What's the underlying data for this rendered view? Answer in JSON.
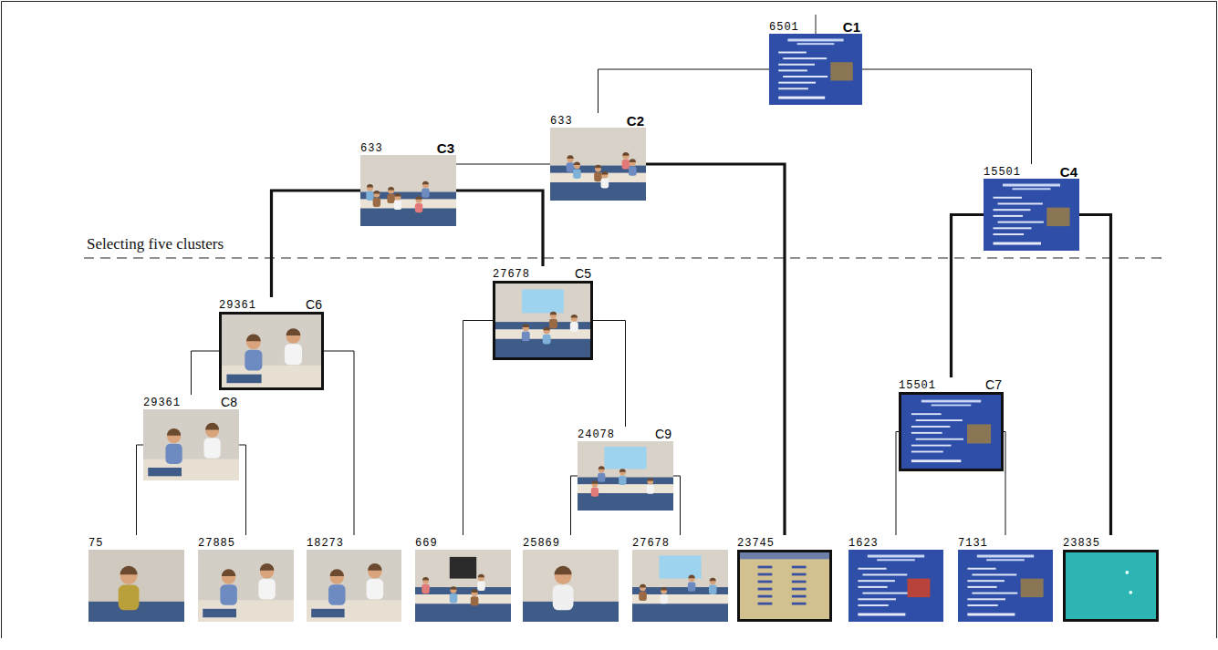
{
  "diagram": {
    "nodes": [
      {
        "text": [
          "6501",
          "C1"
        ]
      },
      {
        "text": [
          "633",
          "C2"
        ]
      },
      {
        "text": [
          "633",
          "C3"
        ]
      },
      {
        "text": [
          "15501",
          "C4"
        ]
      },
      {
        "text": [
          "27678",
          "C5"
        ]
      },
      {
        "text": [
          "29361",
          "C6"
        ]
      },
      {
        "text": [
          "15501",
          "C7"
        ]
      },
      {
        "text": [
          "29361",
          "C8"
        ]
      },
      {
        "text": [
          "24078",
          "C9"
        ]
      },
      {
        "text": [
          "75"
        ]
      },
      {
        "text": [
          "27885"
        ]
      },
      {
        "text": [
          "18273"
        ]
      },
      {
        "text": [
          "669"
        ]
      },
      {
        "text": [
          "25869"
        ]
      },
      {
        "text": [
          "27678"
        ]
      },
      {
        "text": [
          "23745"
        ]
      },
      {
        "text": [
          "1623"
        ]
      },
      {
        "text": [
          "7131"
        ]
      },
      {
        "text": [
          "23835"
        ]
      }
    ],
    "edges": [
      {
        "from": 0,
        "to": 1,
        "arrow": "none"
      },
      {
        "from": 0,
        "to": 3,
        "arrow": "none"
      },
      {
        "from": 1,
        "to": 2,
        "arrow": "none"
      },
      {
        "from": 1,
        "to": 15,
        "arrow": "none"
      },
      {
        "from": 2,
        "to": 5,
        "arrow": "none"
      },
      {
        "from": 2,
        "to": 4,
        "arrow": "none"
      },
      {
        "from": 5,
        "to": 7,
        "arrow": "none"
      },
      {
        "from": 5,
        "to": 11,
        "arrow": "none"
      },
      {
        "from": 7,
        "to": 9,
        "arrow": "none"
      },
      {
        "from": 7,
        "to": 10,
        "arrow": "none"
      },
      {
        "from": 4,
        "to": 12,
        "arrow": "none"
      },
      {
        "from": 4,
        "to": 8,
        "arrow": "none"
      },
      {
        "from": 8,
        "to": 13,
        "arrow": "none"
      },
      {
        "from": 8,
        "to": 14,
        "arrow": "none"
      },
      {
        "from": 3,
        "to": 6,
        "arrow": "none"
      },
      {
        "from": 3,
        "to": 18,
        "arrow": "none"
      },
      {
        "from": 6,
        "to": 16,
        "arrow": "none"
      },
      {
        "from": 6,
        "to": 17,
        "arrow": "none"
      }
    ],
    "labels": [
      "Selecting five clusters"
    ]
  }
}
